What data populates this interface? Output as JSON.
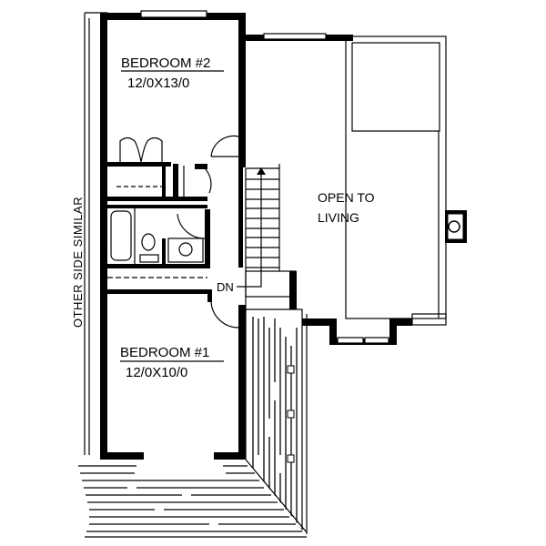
{
  "plan": {
    "type": "second floor plan",
    "side_note": "OTHER SIDE SIMILAR",
    "rooms": [
      {
        "id": "bedroom-2",
        "name": "BEDROOM #2",
        "dimensions": "12/0X13/0"
      },
      {
        "id": "bedroom-1",
        "name": "BEDROOM #1",
        "dimensions": "12/0X10/0"
      },
      {
        "id": "open-to-living",
        "name_line1": "OPEN TO",
        "name_line2": "LIVING"
      }
    ],
    "stair": {
      "label": "DN"
    },
    "fixtures": [
      "closet-bifold-doors",
      "linen-closet",
      "bathtub",
      "toilet",
      "sink",
      "hall-closet",
      "fireplace-chimney",
      "deck",
      "bay-window"
    ]
  }
}
